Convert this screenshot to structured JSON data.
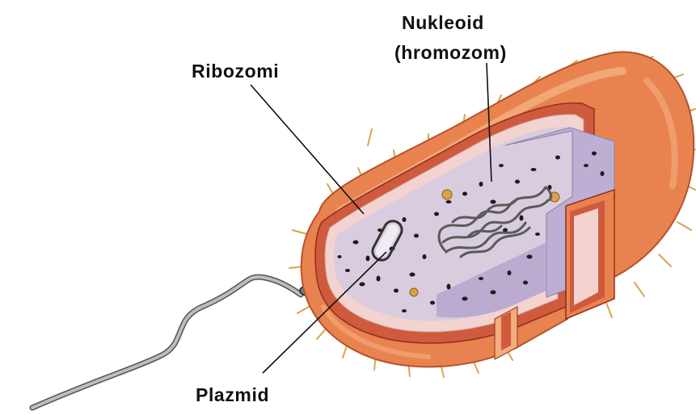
{
  "labels": {
    "ribosomes": "Ribozomi",
    "nucleoid_line1": "Nukleoid",
    "nucleoid_line2": "(hromozom)",
    "plasmid": "Plazmid"
  },
  "colors": {
    "capsule": "#e8834f",
    "capsule_light": "#f4ad7e",
    "wall": "#cf5a3d",
    "membrane": "#f3d3d0",
    "cytoplasm": "#d9ccde",
    "cut_face": "#bdaed4",
    "ribosome": "#1b1b1b",
    "chromosome": "#6a6a6a",
    "flagellum": "#b3b3b3",
    "pili": "#e6b75e",
    "granule": "#d9a24a"
  }
}
